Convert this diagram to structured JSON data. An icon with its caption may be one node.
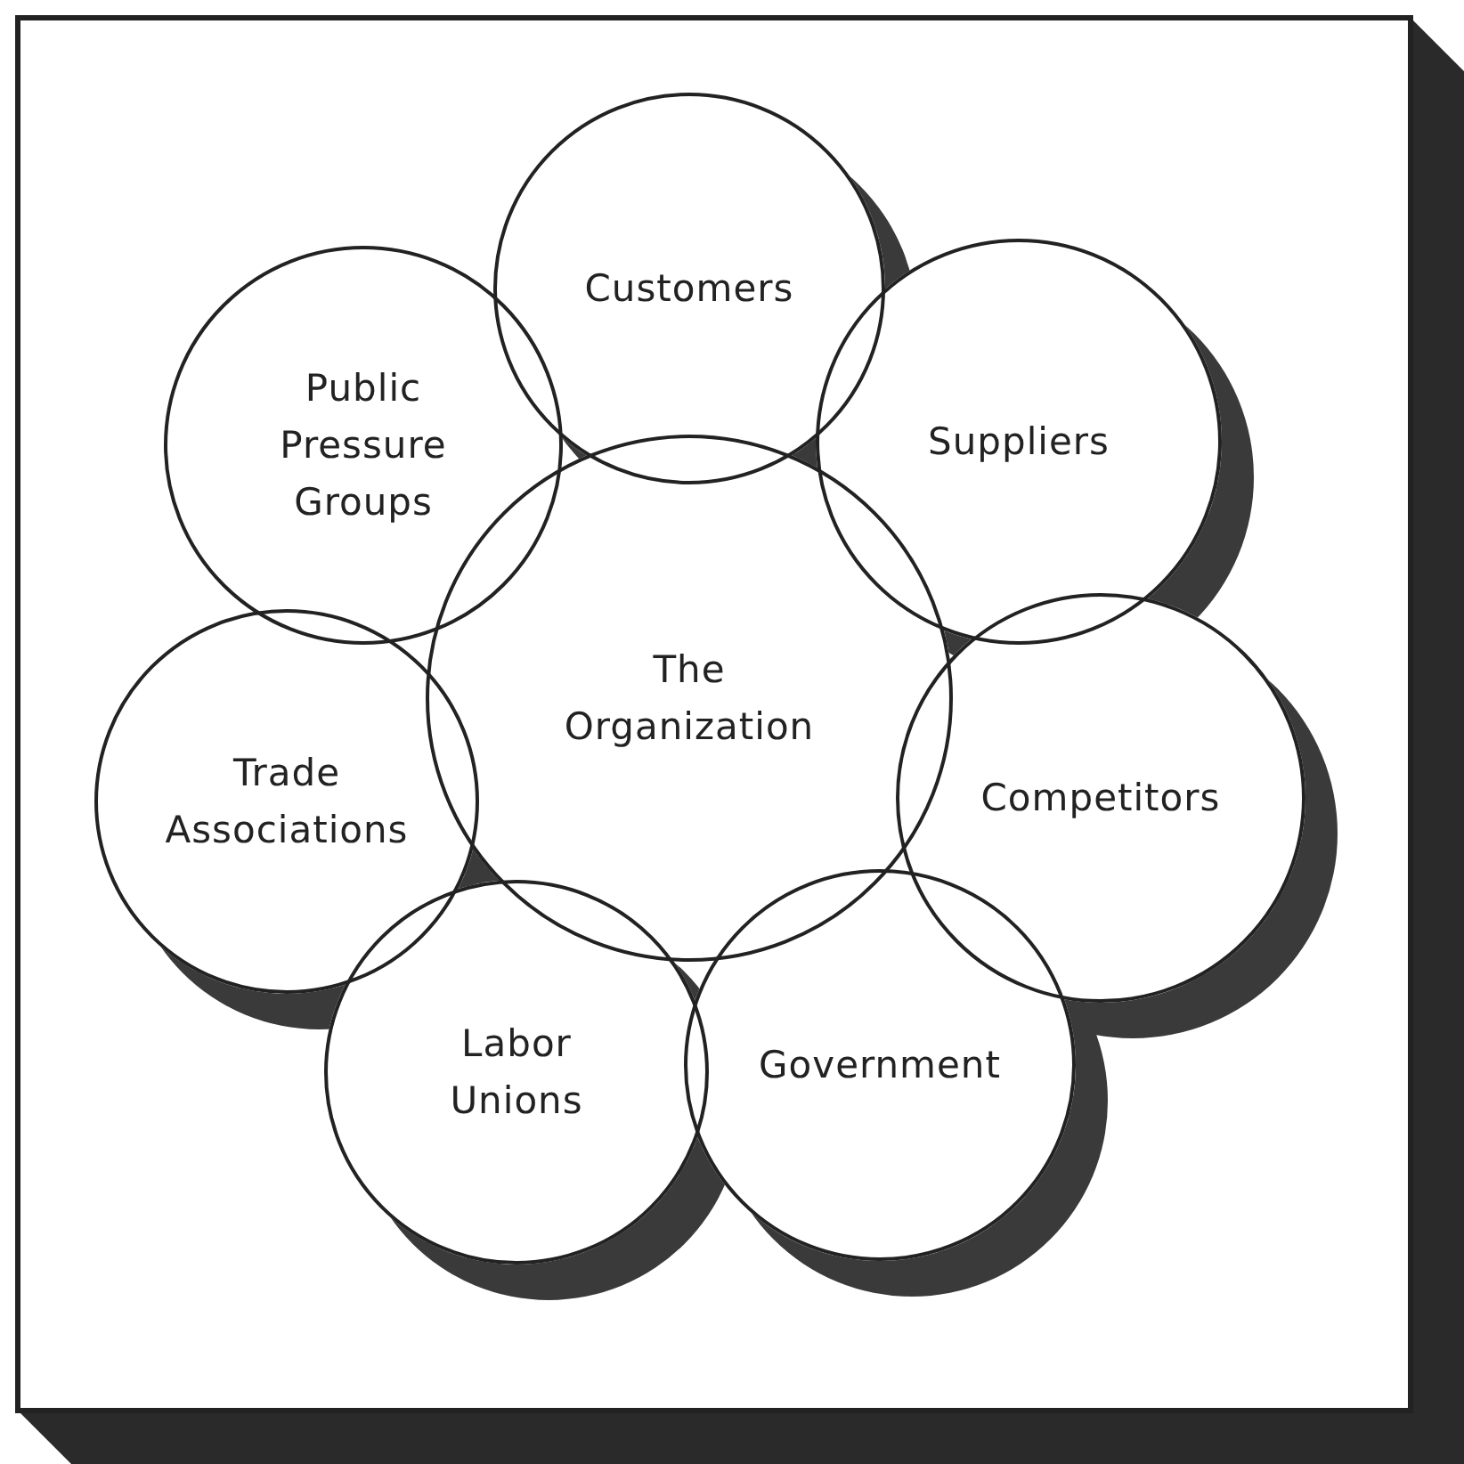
{
  "diagram": {
    "nodes": [
      {
        "text": [
          "Customers"
        ]
      },
      {
        "text": [
          "Public Pressure Groups"
        ]
      },
      {
        "text": [
          "Suppliers"
        ]
      },
      {
        "text": [
          "The Organization"
        ]
      },
      {
        "text": [
          "Trade Associations"
        ]
      },
      {
        "text": [
          "Competitors"
        ]
      },
      {
        "text": [
          "Labor Unions"
        ]
      },
      {
        "text": [
          "Government"
        ]
      }
    ]
  }
}
